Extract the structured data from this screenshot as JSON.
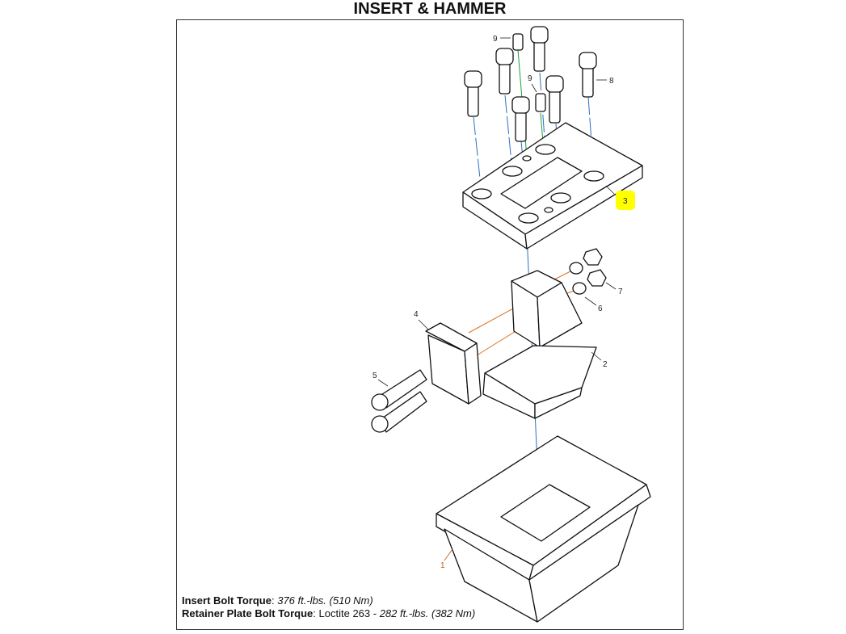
{
  "title": "INSERT & HAMMER",
  "callouts": {
    "c1": "1",
    "c2": "2",
    "c3": "3",
    "c4": "4",
    "c5": "5",
    "c6": "6",
    "c7": "7",
    "c8": "8",
    "c9a": "9",
    "c9b": "9"
  },
  "highlight_color": "#ffff00",
  "notes": {
    "insert_label": "Insert Bolt Torque",
    "insert_value": "376 ft.-lbs. (510 Nm)",
    "retainer_label": "Retainer Plate Bolt Torque",
    "retainer_plain": "Loctite 263 - ",
    "retainer_value": "282 ft.-lbs. (382 Nm)"
  }
}
